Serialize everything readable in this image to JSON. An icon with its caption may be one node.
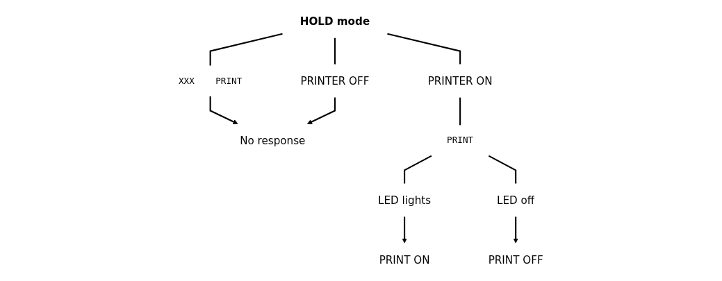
{
  "diagram": {
    "nodes": [
      {
        "text": [
          "HOLD mode"
        ]
      },
      {
        "text": [
          "PRINT"
        ],
        "beside": [
          "XXX"
        ]
      },
      {
        "text": [
          "PRINTER OFF"
        ]
      },
      {
        "text": [
          "PRINTER ON"
        ]
      },
      {
        "text": [
          "No response"
        ]
      },
      {
        "text": [
          "PRINT"
        ]
      },
      {
        "text": [
          "LED lights"
        ]
      },
      {
        "text": [
          "LED off"
        ]
      },
      {
        "text": [
          "PRINT ON"
        ]
      },
      {
        "text": [
          "PRINT OFF"
        ]
      }
    ],
    "edges": [
      {
        "from": 0,
        "to": 1,
        "arrow": "none"
      },
      {
        "from": 0,
        "to": 2,
        "arrow": "none"
      },
      {
        "from": 0,
        "to": 3,
        "arrow": "none"
      },
      {
        "from": 1,
        "to": 4,
        "arrow": "to"
      },
      {
        "from": 2,
        "to": 4,
        "arrow": "to"
      },
      {
        "from": 3,
        "to": 5,
        "arrow": "none"
      },
      {
        "from": 5,
        "to": 6,
        "arrow": "none"
      },
      {
        "from": 5,
        "to": 7,
        "arrow": "none"
      },
      {
        "from": 6,
        "to": 8,
        "arrow": "to"
      },
      {
        "from": 7,
        "to": 9,
        "arrow": "to"
      }
    ]
  }
}
